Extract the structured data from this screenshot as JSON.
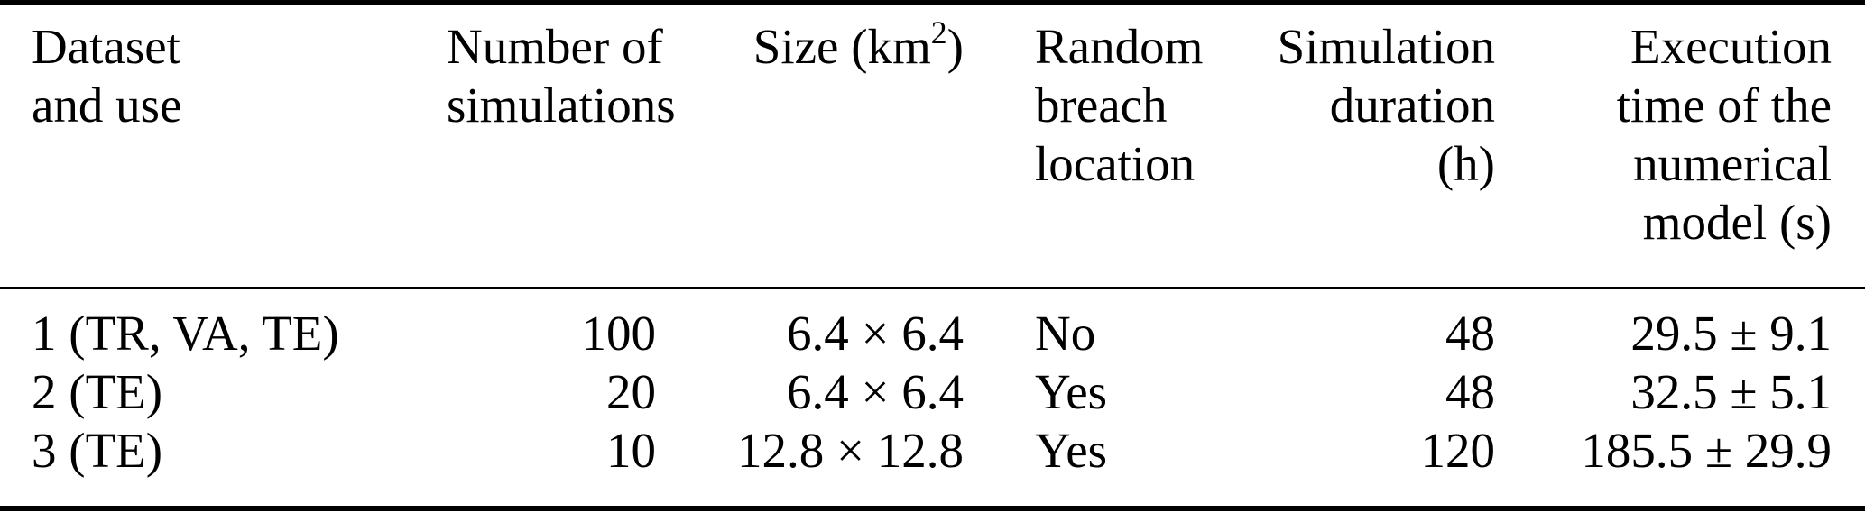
{
  "colors": {
    "background": "#ffffff",
    "text": "#000000",
    "rule": "#000000"
  },
  "table": {
    "header": {
      "dataset": {
        "line1": "Dataset",
        "line2": "and use"
      },
      "num_simulations": {
        "line1": "Number of",
        "line2": "simulations"
      },
      "size": {
        "prefix": "Size (km",
        "superscript": "2",
        "suffix": ")"
      },
      "random_breach": {
        "line1": "Random",
        "line2": "breach",
        "line3": "location"
      },
      "sim_duration": {
        "line1": "Simulation",
        "line2": "duration",
        "line3": "(h)"
      },
      "exec_time": {
        "line1": "Execution",
        "line2": "time of the",
        "line3": "numerical",
        "line4": "model (s)"
      }
    },
    "rows": [
      {
        "dataset": "1 (TR, VA, TE)",
        "num_simulations": "100",
        "size": "6.4 × 6.4",
        "random_breach": "No",
        "sim_duration": "48",
        "exec_time": "29.5 ± 9.1"
      },
      {
        "dataset": "2 (TE)",
        "num_simulations": "20",
        "size": "6.4 × 6.4",
        "random_breach": "Yes",
        "sim_duration": "48",
        "exec_time": "32.5 ± 5.1"
      },
      {
        "dataset": "3 (TE)",
        "num_simulations": "10",
        "size": "12.8 × 12.8",
        "random_breach": "Yes",
        "sim_duration": "120",
        "exec_time": "185.5 ± 29.9"
      }
    ]
  }
}
